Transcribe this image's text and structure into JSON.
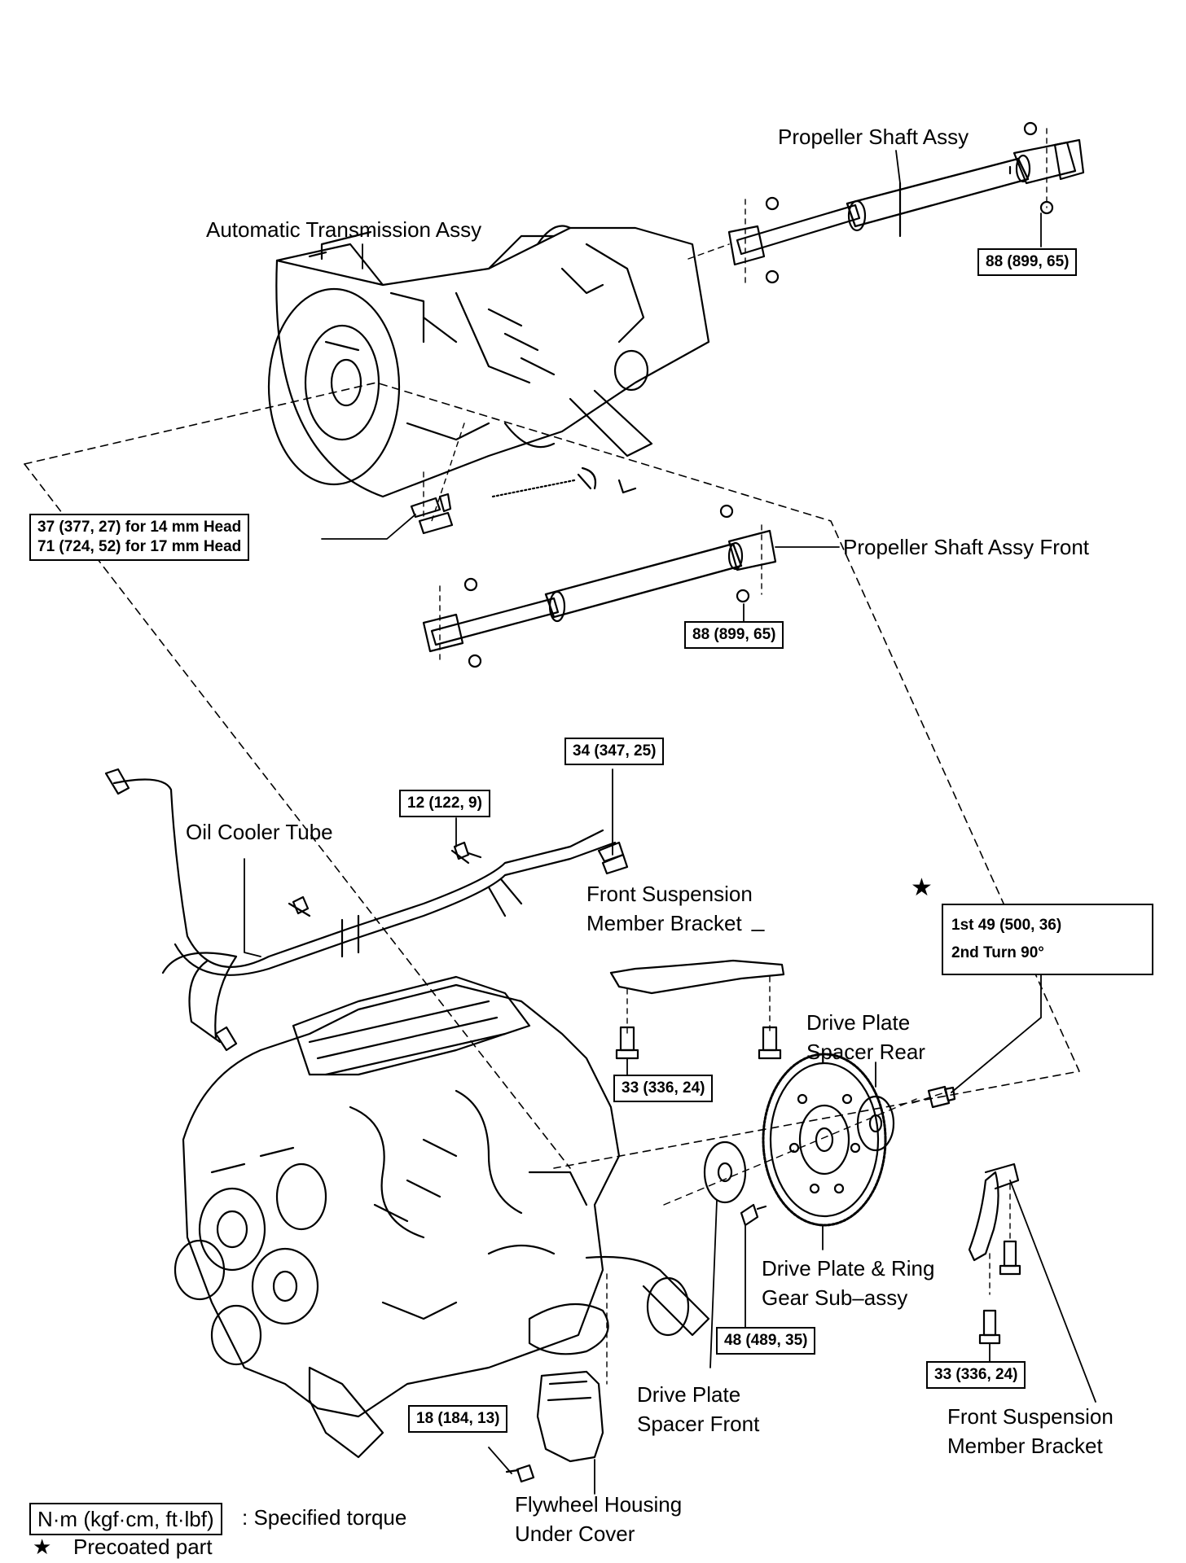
{
  "parts": {
    "propeller_shaft_assy": "Propeller Shaft Assy",
    "automatic_transmission_assy": "Automatic Transmission Assy",
    "propeller_shaft_assy_front": "Propeller Shaft Assy Front",
    "oil_cooler_tube": "Oil Cooler Tube",
    "front_suspension_member_bracket_upper": [
      "Front Suspension",
      "Member Bracket"
    ],
    "drive_plate_spacer_rear": [
      "Drive Plate",
      "Spacer Rear"
    ],
    "drive_plate_ring_gear": [
      "Drive Plate & Ring",
      "Gear Sub–assy"
    ],
    "drive_plate_spacer_front": [
      "Drive Plate",
      "Spacer Front"
    ],
    "front_suspension_member_bracket_lower": [
      "Front Suspension",
      "Member Bracket"
    ],
    "flywheel_housing_under_cover": [
      "Flywheel Housing",
      "Under Cover"
    ]
  },
  "torques": {
    "prop_rear": "88 (899, 65)",
    "trans_bolt": [
      "37 (377, 27) for  14 mm Head",
      "71 (724, 52) for  17 mm Head"
    ],
    "prop_front": "88 (899, 65)",
    "tube_34": "34 (347, 25)",
    "tube_12": "12 (122, 9)",
    "drive_plate_bolt": [
      "1st 49 (500, 36)",
      "2nd Turn 90°"
    ],
    "bracket_upper": "33 (336, 24)",
    "spacer_front": "48 (489, 35)",
    "bracket_lower": "33 (336, 24)",
    "flywheel_cover": "18 (184, 13)"
  },
  "legend": {
    "unit_box": "N·m (kgf·cm, ft·lbf)",
    "unit_text": ": Specified torque",
    "star_symbol": "★",
    "star_text": "Precoated part"
  }
}
